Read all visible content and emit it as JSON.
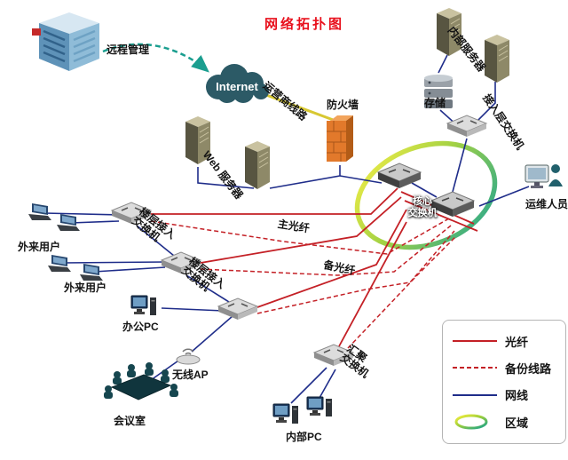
{
  "title": "网络拓扑图",
  "labels": {
    "remote_mgmt": "远程管理",
    "internet": "Internet",
    "carrier_line": "运营商线路",
    "firewall": "防火墙",
    "web_server": "Web 服务器",
    "internal_server": "内部服务器",
    "storage": "存储",
    "access_layer_switch": "接入层交换机",
    "core_switch_line1": "核心",
    "core_switch_line2": "交换机",
    "ops_staff": "运维人员",
    "floor_switch_line1": "楼层接入",
    "floor_switch_line2": "交换机",
    "external_users_1": "外来用户",
    "external_users_2": "外来用户",
    "office_pc": "办公PC",
    "wireless_ap": "无线AP",
    "meeting_room": "会议室",
    "agg_switch_line1": "汇聚",
    "agg_switch_line2": "交换机",
    "internal_pc": "内部PC",
    "main_fiber": "主光纤",
    "backup_fiber": "备光纤"
  },
  "legend": {
    "fiber": "光纤",
    "backup_line": "备份线路",
    "network_cable": "网线",
    "area": "区域"
  },
  "colors": {
    "title_red": "#e8101c",
    "fiber_line": "#c42026",
    "network_line": "#1f2d8a",
    "carrier_line": "#d8c832",
    "remote_arrow": "#1a9e8f",
    "ring_yellow": "#f7ef3e",
    "ring_green": "#9ecf3a",
    "ring_teal": "#12a08e"
  }
}
